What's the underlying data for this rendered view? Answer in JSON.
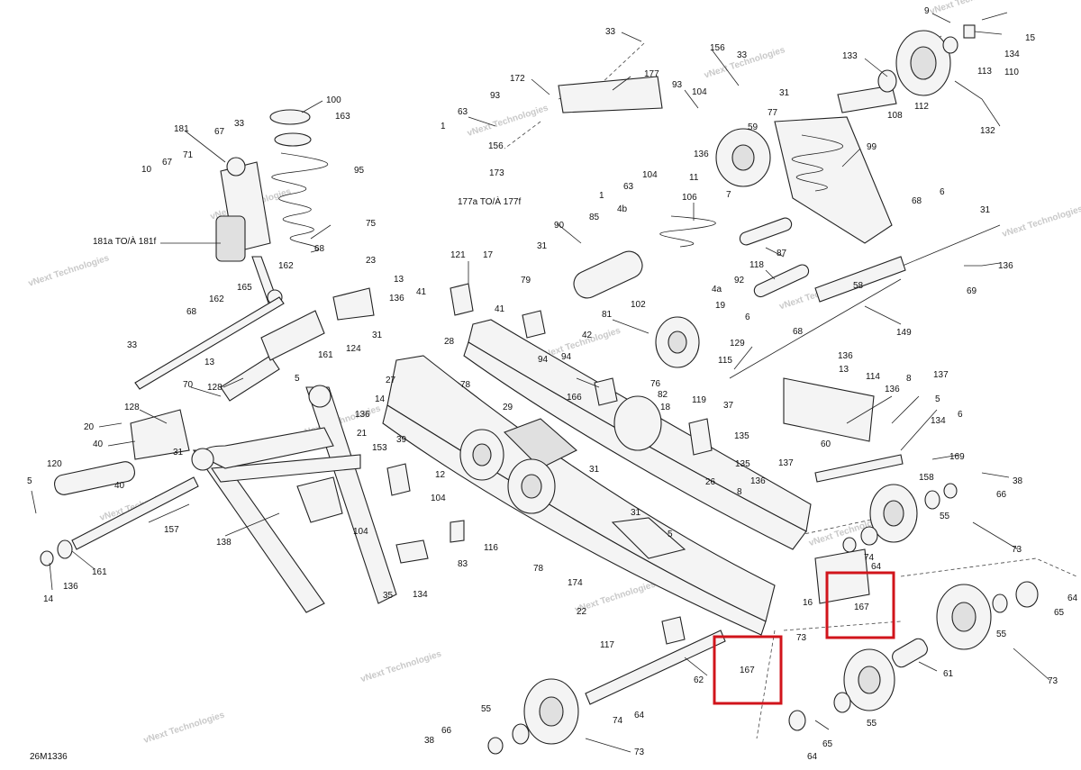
{
  "diagram_code": "26M1336",
  "watermark": "vNext Technologies",
  "highlight_color": "#d1141b",
  "callouts": {
    "c9": "9",
    "c15": "15",
    "c134": "134",
    "c113": "113",
    "c110": "110",
    "c33": "33",
    "c156": "156",
    "c133": "133",
    "c112": "112",
    "c108": "108",
    "c132": "132",
    "c172": "172",
    "c177": "177",
    "c93": "93",
    "c104": "104",
    "c31": "31",
    "c77": "77",
    "c59": "59",
    "c63": "63",
    "c1": "1",
    "c99": "99",
    "c100": "100",
    "c163": "163",
    "c181": "181",
    "c67": "67",
    "c71": "71",
    "c10": "10",
    "c95": "95",
    "c136": "136",
    "c11": "11",
    "c173": "173",
    "c177a": "177a TO/À 177f",
    "c106": "106",
    "c7": "7",
    "c4b": "4b",
    "c85": "85",
    "c90": "90",
    "c87": "87",
    "c68": "68",
    "c6": "6",
    "c75": "75",
    "c181a": "181a TO/À 181f",
    "c23": "23",
    "c162": "162",
    "c13": "13",
    "c121": "121",
    "c17": "17",
    "c118": "118",
    "c92": "92",
    "c58": "58",
    "c69": "69",
    "c165": "165",
    "c41": "41",
    "c79": "79",
    "c102": "102",
    "c4a": "4a",
    "c28": "28",
    "c81": "81",
    "c19": "19",
    "c149": "149",
    "c124": "124",
    "c42": "42",
    "c94": "94",
    "c115": "115",
    "c129": "129",
    "c161": "161",
    "c128": "128",
    "c5": "5",
    "c27": "27",
    "c78": "78",
    "c76": "76",
    "c166": "166",
    "c82": "82",
    "c114": "114",
    "c8": "8",
    "c137": "137",
    "c70": "70",
    "c18": "18",
    "c119": "119",
    "c37": "37",
    "c20": "20",
    "c40": "40",
    "c14": "14",
    "c29": "29",
    "c135": "135",
    "c21": "21",
    "c39": "39",
    "c12": "12",
    "c153": "153",
    "c120": "120",
    "c138": "138",
    "c26": "26",
    "c60": "60",
    "c169": "169",
    "c158": "158",
    "c38": "38",
    "c66": "66",
    "c157": "157",
    "c55": "55",
    "c73": "73",
    "c116": "116",
    "c83": "83",
    "c174": "174",
    "c16": "16",
    "c74": "74",
    "c64": "64",
    "c22": "22",
    "c167": "167",
    "c65": "65",
    "c117": "117",
    "c62": "62",
    "c61": "61",
    "c35": "35"
  }
}
